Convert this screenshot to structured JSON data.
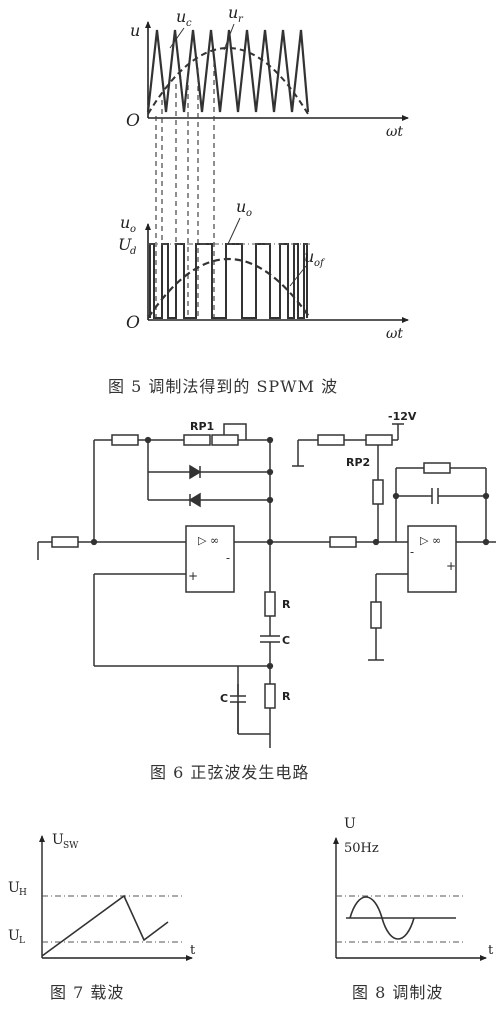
{
  "fig5": {
    "caption": "图 5  调制法得到的 SPWM 波",
    "y_label_top": "u",
    "carrier_label": "u",
    "carrier_sub": "c",
    "ref_label": "u",
    "ref_sub": "r",
    "origin": "O",
    "x_label": "ωt",
    "y_label_bottom": "u",
    "y_label_bottom_sub": "o",
    "ud_label": "U",
    "ud_sub": "d",
    "output_label": "u",
    "output_sub": "o",
    "fundamental_label": "u",
    "fundamental_sub": "of"
  },
  "fig6": {
    "caption": "图 6  正弦波发生电路",
    "rp1": "RP1",
    "rp2": "RP2",
    "supply": "-12V",
    "r_label": "R",
    "c_label": "C",
    "opamp_symbol": "▷ ∞",
    "minus": "-",
    "plus": "+"
  },
  "fig7": {
    "caption": "图 7  载波",
    "y_label": "U",
    "y_sub": "SW",
    "uh": "U",
    "uh_sub": "H",
    "ul": "U",
    "ul_sub": "L",
    "t": "t"
  },
  "fig8": {
    "caption": "图 8  调制波",
    "y_label": "U",
    "freq": "50Hz",
    "t": "t"
  }
}
